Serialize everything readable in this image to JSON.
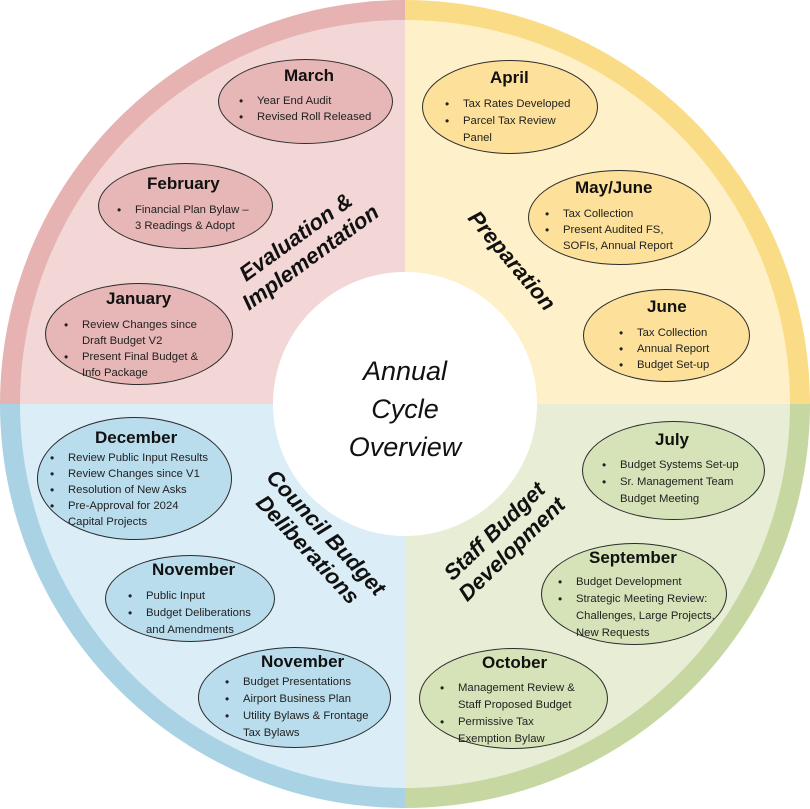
{
  "center": {
    "line1": "Annual",
    "line2": "Cycle",
    "line3": "Overview"
  },
  "colors": {
    "evaluation": {
      "rim": "#e6b2b2",
      "fill": "#f3d7d7",
      "oval": "#e7b6b6"
    },
    "preparation": {
      "rim": "#fbdc86",
      "fill": "#fef0c8",
      "oval": "#fde19a"
    },
    "deliberations": {
      "rim": "#a9d2e4",
      "fill": "#dbedf6",
      "oval": "#b9ddec"
    },
    "staff": {
      "rim": "#c6d7a1",
      "fill": "#e8eed6",
      "oval": "#d6e3b8"
    }
  },
  "quadrants": {
    "evaluation": {
      "line1": "Evaluation &",
      "line2": "Implementation"
    },
    "preparation": {
      "line1": "Preparation"
    },
    "deliberations": {
      "line1": "Council Budget",
      "line2": "Deliberations"
    },
    "staff": {
      "line1": "Staff Budget",
      "line2": "Development"
    }
  },
  "months": {
    "march": {
      "title": "March",
      "items": [
        "Year End Audit",
        "Revised Roll Released"
      ]
    },
    "february": {
      "title": "February",
      "items": [
        "Financial Plan Bylaw –",
        "3 Readings & Adopt"
      ]
    },
    "january": {
      "title": "January",
      "items": [
        "Review Changes since",
        "Draft Budget V2",
        "Present Final Budget &",
        "Info Package"
      ]
    },
    "april": {
      "title": "April",
      "items": [
        "Tax Rates Developed",
        "Parcel Tax Review",
        "Panel"
      ]
    },
    "mayjune": {
      "title": "May/June",
      "items": [
        "Tax Collection",
        "Present Audited FS,",
        "SOFIs, Annual Report"
      ]
    },
    "june": {
      "title": "June",
      "items": [
        "Tax Collection",
        "Annual Report",
        "Budget Set-up"
      ]
    },
    "july": {
      "title": "July",
      "items": [
        "Budget Systems Set-up",
        "Sr. Management Team",
        "Budget Meeting"
      ]
    },
    "september": {
      "title": "September",
      "items": [
        "Budget Development",
        "Strategic Meeting Review:",
        "Challenges, Large Projects,",
        "New Requests"
      ]
    },
    "october": {
      "title": "October",
      "items": [
        "Management Review &",
        "Staff Proposed Budget",
        "Permissive Tax",
        "Exemption Bylaw"
      ]
    },
    "december": {
      "title": "December",
      "items": [
        "Review Public Input Results",
        "Review Changes since V1",
        "Resolution of New Asks",
        "Pre-Approval for 2024",
        "Capital Projects"
      ]
    },
    "november1": {
      "title": "November",
      "items": [
        "Public Input",
        "Budget Deliberations",
        "and Amendments"
      ]
    },
    "november2": {
      "title": "November",
      "items": [
        "Budget Presentations",
        "Airport Business Plan",
        "Utility Bylaws & Frontage",
        "Tax Bylaws"
      ]
    }
  }
}
